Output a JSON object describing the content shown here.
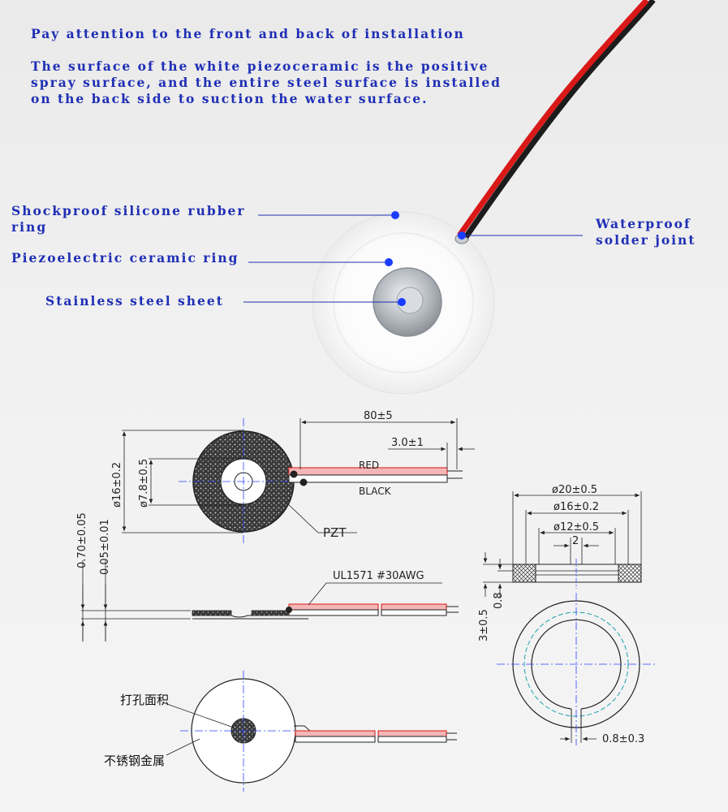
{
  "header": {
    "line1": "Pay attention to the front and back of installation",
    "line2": "The surface of the white piezoceramic is the positive\nspray surface, and the entire steel surface is installed\non the back side to suction the water surface."
  },
  "callouts": {
    "rubber_ring": "Shockproof silicone rubber\nring",
    "ceramic_ring": "Piezoelectric ceramic ring",
    "steel_sheet": "Stainless steel sheet",
    "solder_joint": "Waterproof\nsolder joint"
  },
  "drawing": {
    "wire_length": "80±5",
    "strip_length": "3.0±1",
    "red": "RED",
    "black": "BLACK",
    "outer_dia_16": "ø16±0.2",
    "inner_dia_78": "ø7.8±0.5",
    "pzt": "PZT",
    "thick_070": "0.70±0.05",
    "thick_005": "0.05±0.01",
    "wire_spec": "UL1571 #30AWG",
    "dia_20": "ø20±0.5",
    "dia_16b": "ø16±0.2",
    "dia_12": "ø12±0.5",
    "two": "2",
    "h_08": "0.8",
    "h_3": "3±0.5",
    "slot": "0.8±0.3",
    "perforated_area": "打孔面积",
    "stainless_metal": "不锈钢金属"
  },
  "colors": {
    "label_blue": "#1f2fb5",
    "dot_blue": "#1a3cff",
    "wire_red": "#d91818",
    "drawing_line": "#222222",
    "center_line": "#2a44ff",
    "dashed_teal": "#20a0b0"
  }
}
